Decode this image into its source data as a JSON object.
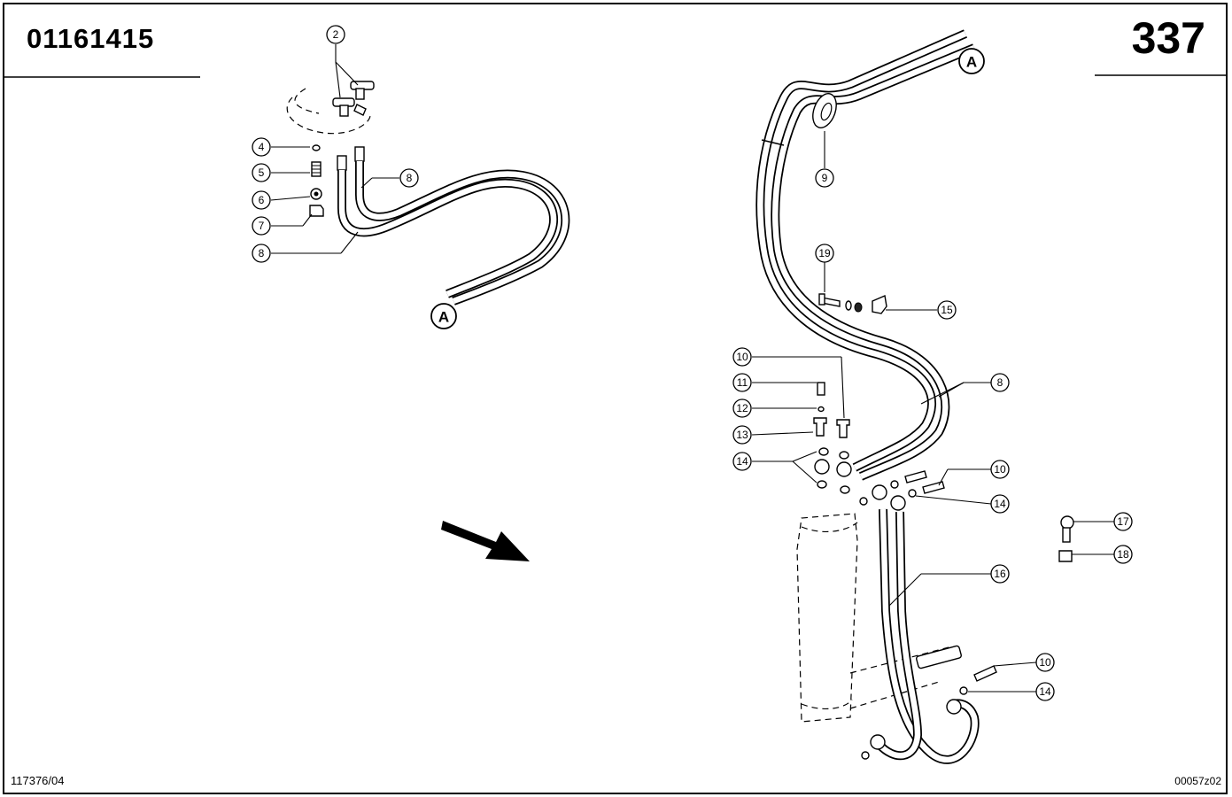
{
  "header": {
    "doc_number": "01161415",
    "page_number": "337"
  },
  "footer": {
    "ref_left": "117376/04",
    "ref_right": "00057z02"
  },
  "markers": [
    "A",
    "A"
  ],
  "callouts": {
    "left_view": [
      "2",
      "4",
      "5",
      "6",
      "7",
      "8",
      "8"
    ],
    "right_view": [
      "9",
      "19",
      "15",
      "8",
      "10",
      "11",
      "12",
      "13",
      "14",
      "10",
      "14",
      "16",
      "17",
      "18",
      "10",
      "14"
    ]
  }
}
